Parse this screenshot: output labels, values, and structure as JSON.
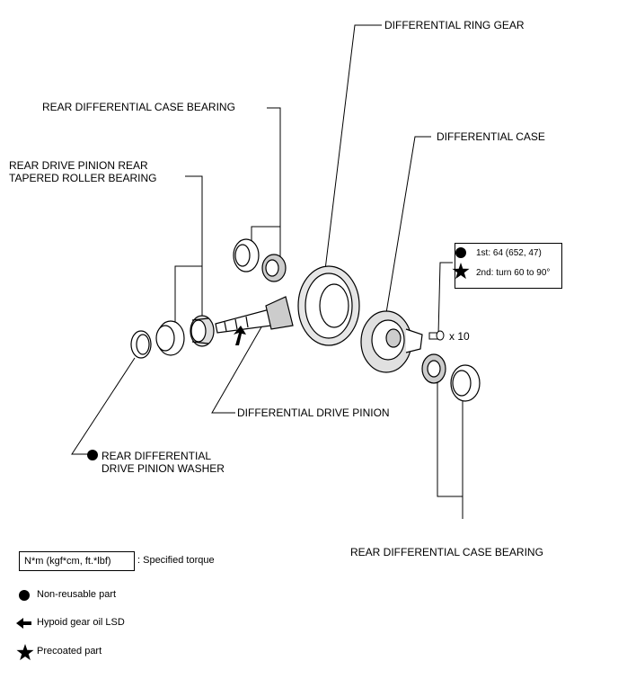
{
  "labels": {
    "ring_gear": "DIFFERENTIAL RING GEAR",
    "case_bearing_top": "REAR DIFFERENTIAL CASE BEARING",
    "diff_case": "DIFFERENTIAL CASE",
    "pinion_bearing_1": "REAR DRIVE PINION REAR",
    "pinion_bearing_2": "TAPERED ROLLER BEARING",
    "drive_pinion": "DIFFERENTIAL DRIVE PINION",
    "washer_1": "REAR DIFFERENTIAL",
    "washer_2": "DRIVE PINION WASHER",
    "case_bearing_bottom": "REAR DIFFERENTIAL CASE BEARING",
    "bolt_count": "x 10"
  },
  "torque": {
    "first": "1st: 64 (652, 47)",
    "second": "2nd: turn 60 to 90°"
  },
  "legend": {
    "torque_unit": "N*m (kgf*cm, ft.*lbf)",
    "torque_desc": ": Specified torque",
    "non_reusable": "Non-reusable part",
    "gear_oil": "Hypoid gear oil LSD",
    "precoated": "Precoated part"
  }
}
